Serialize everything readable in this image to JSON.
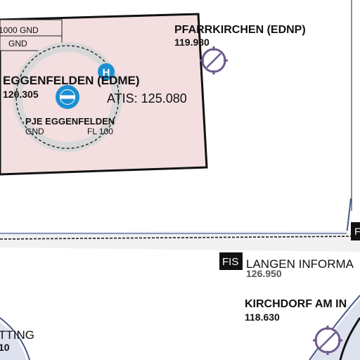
{
  "airspace": {
    "ceiling": "1000 GND",
    "floor": "GND",
    "fill": "#f3dfe0"
  },
  "airports": {
    "eggenfelden": {
      "name": "EGGENFELDEN (EDME)",
      "freq": "120.305",
      "atis": "ATIS: 125.080"
    },
    "pfarrkirchen": {
      "name": "PFARRKIRCHEN (EDNP)",
      "freq": "119.980"
    },
    "kirchdorf": {
      "name": "KIRCHDORF AM IN",
      "freq": "118.630"
    },
    "partial": {
      "name": "TTING",
      "freq": "10"
    }
  },
  "pje": {
    "name": "PJE EGGENFELDEN",
    "lower": "GND",
    "upper": "FL 100"
  },
  "fis": {
    "badge": "FIS",
    "badge_right": "FI",
    "name": "LANGEN INFORMA",
    "freq": "126.950"
  },
  "colors": {
    "airport_blue": "#1c8fd2",
    "glider_purple": "#6e5a8c",
    "fis_badge": "#111111",
    "heli_blue": "#1c8fd2"
  }
}
